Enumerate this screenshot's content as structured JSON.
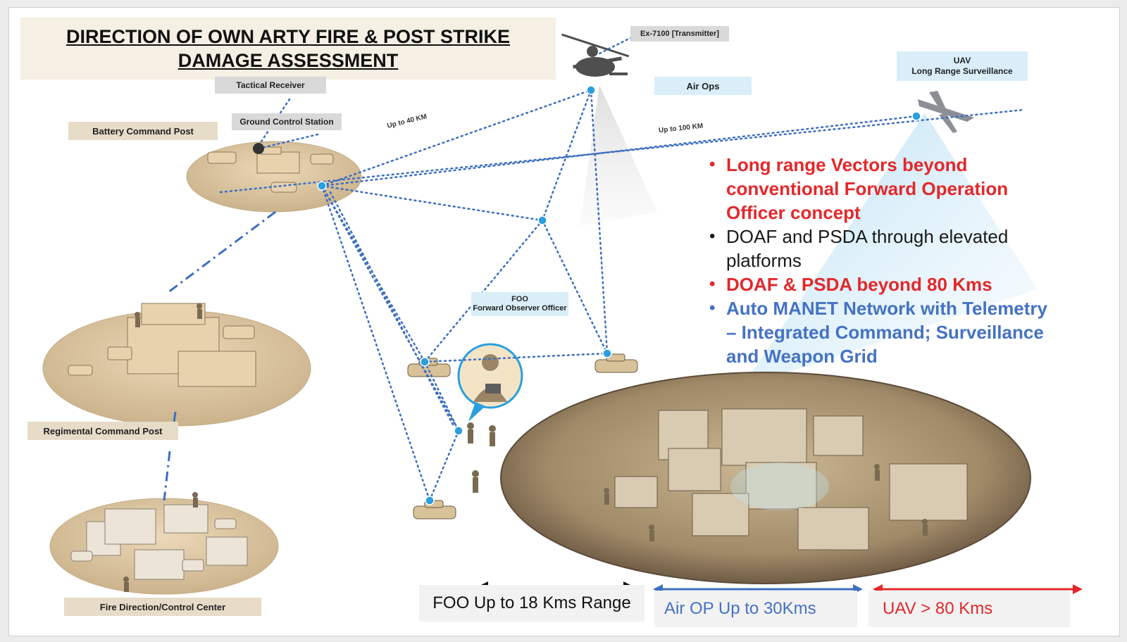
{
  "title": {
    "line1": "DIRECTION OF OWN ARTY FIRE & POST STRIKE",
    "line2": "DAMAGE ASSESSMENT"
  },
  "labels": {
    "tactical_receiver": "Tactical Receiver",
    "ground_control_station": "Ground Control Station",
    "battery_command_post": "Battery Command Post",
    "transmitter": "Ex-7100 [Transmitter]",
    "air_ops": "Air Ops",
    "uav_line1": "UAV",
    "uav_line2": "Long Range Surveillance",
    "foo_line1": "FOO",
    "foo_line2": "Forward Observer Officer",
    "regimental_command_post": "Regimental Command Post",
    "fire_direction_center": "Fire Direction/Control Center",
    "up_to_40": "Up to 40 KM",
    "up_to_100": "Up to 100 KM"
  },
  "bullets": [
    {
      "text": "Long range Vectors beyond conventional Forward Operation Officer concept",
      "style": "red"
    },
    {
      "text": "DOAF and PSDA through elevated platforms",
      "style": "black"
    },
    {
      "text": "DOAF & PSDA beyond 80 Kms",
      "style": "red"
    },
    {
      "text": "Auto MANET Network with Telemetry – Integrated Command; Surveillance and Weapon Grid",
      "style": "blue"
    }
  ],
  "ranges": {
    "foo": "FOO Up to 18 Kms Range",
    "air_op": "Air OP Up to  30Kms",
    "uav": "UAV > 80 Kms"
  },
  "colors": {
    "network_line": "#3d6fc0",
    "node": "#2a9fe0",
    "red_text": "#e3282b",
    "blue_text": "#4472c4",
    "terrain": "#d9c3a0",
    "terrain_dark": "#a8906e"
  }
}
